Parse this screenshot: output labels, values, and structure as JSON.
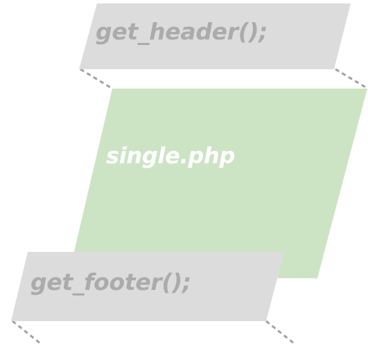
{
  "diagram": {
    "header_block": {
      "label": "get_header();"
    },
    "content_block": {
      "label": "single.php"
    },
    "footer_block": {
      "label": "get_footer();"
    }
  },
  "colors": {
    "gray_block": "#dcdcdd",
    "gray_text": "#ababab",
    "green_block": "#cde4c4",
    "white_text": "#ffffff",
    "dash": "#a0a0a0"
  }
}
